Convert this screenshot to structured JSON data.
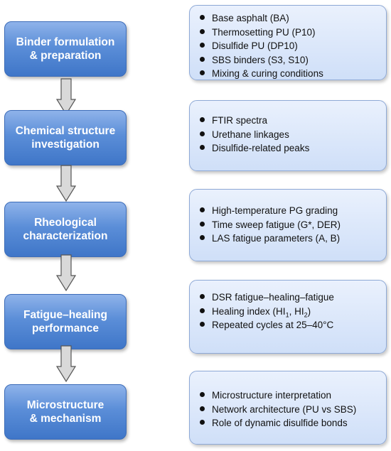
{
  "steps": [
    {
      "title": "Binder formulation\n& preparation",
      "details": [
        "Base asphalt (BA)",
        "Thermosetting PU (P10)",
        "Disulfide PU (DP10)",
        "SBS binders (S3, S10)",
        "Mixing & curing conditions"
      ]
    },
    {
      "title": "Chemical structure\ninvestigation",
      "details": [
        "FTIR spectra",
        "Urethane linkages",
        "Disulfide-related peaks"
      ]
    },
    {
      "title": "Rheological\ncharacterization",
      "details": [
        "High-temperature PG grading",
        "Time sweep fatigue (G*, DER)",
        "LAS fatigue parameters (A, B)"
      ]
    },
    {
      "title": "Fatigue–healing\nperformance",
      "details": [
        "DSR fatigue–healing–fatigue",
        "Healing index (HI1, HI2)",
        "Repeated cycles at 25–40°C"
      ]
    },
    {
      "title": "Microstructure\n& mechanism",
      "details": [
        "Microstructure interpretation",
        "Network architecture (PU vs SBS)",
        "Role of dynamic disulfide bonds"
      ]
    }
  ],
  "colors": {
    "step_fill": "#5b8ed8",
    "step_text": "#ffffff",
    "detail_fill": "#d9e6fa",
    "detail_border": "#8ea9d6",
    "arrow_fill": "#d9d9d9",
    "arrow_stroke": "#555555"
  }
}
